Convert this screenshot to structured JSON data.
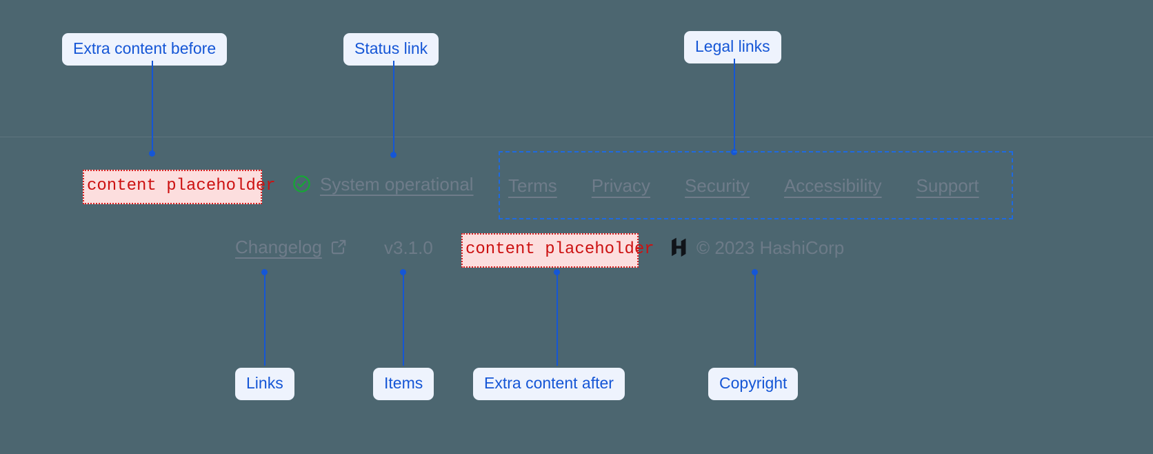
{
  "theme": {
    "background": "#4c6670",
    "annotation_accent": "#1556d6",
    "annotation_bg": "#eef3fd",
    "placeholder_text": "#cc1111",
    "placeholder_bg": "#fcdede",
    "placeholder_border": "#d92121",
    "footer_text": "#6d7b88",
    "status_ok": "#17a636",
    "legal_group_border": "#1e6ae1"
  },
  "annotations": [
    {
      "id": "extra-before",
      "label": "Extra content before"
    },
    {
      "id": "status-link",
      "label": "Status link"
    },
    {
      "id": "legal-links",
      "label": "Legal links"
    },
    {
      "id": "links",
      "label": "Links"
    },
    {
      "id": "items",
      "label": "Items"
    },
    {
      "id": "extra-after",
      "label": "Extra content after"
    },
    {
      "id": "copyright",
      "label": "Copyright"
    }
  ],
  "footer": {
    "placeholder_before": "content placeholder",
    "placeholder_after": "content placeholder",
    "status": {
      "icon": "check-circle-icon",
      "label": "System operational"
    },
    "legal_links": [
      {
        "label": "Terms"
      },
      {
        "label": "Privacy"
      },
      {
        "label": "Security"
      },
      {
        "label": "Accessibility"
      },
      {
        "label": "Support"
      }
    ],
    "changelog": {
      "label": "Changelog",
      "icon": "external-link-icon"
    },
    "version": "v3.1.0",
    "copyright": {
      "logo": "hashicorp-logo",
      "text": "© 2023 HashiCorp"
    }
  }
}
